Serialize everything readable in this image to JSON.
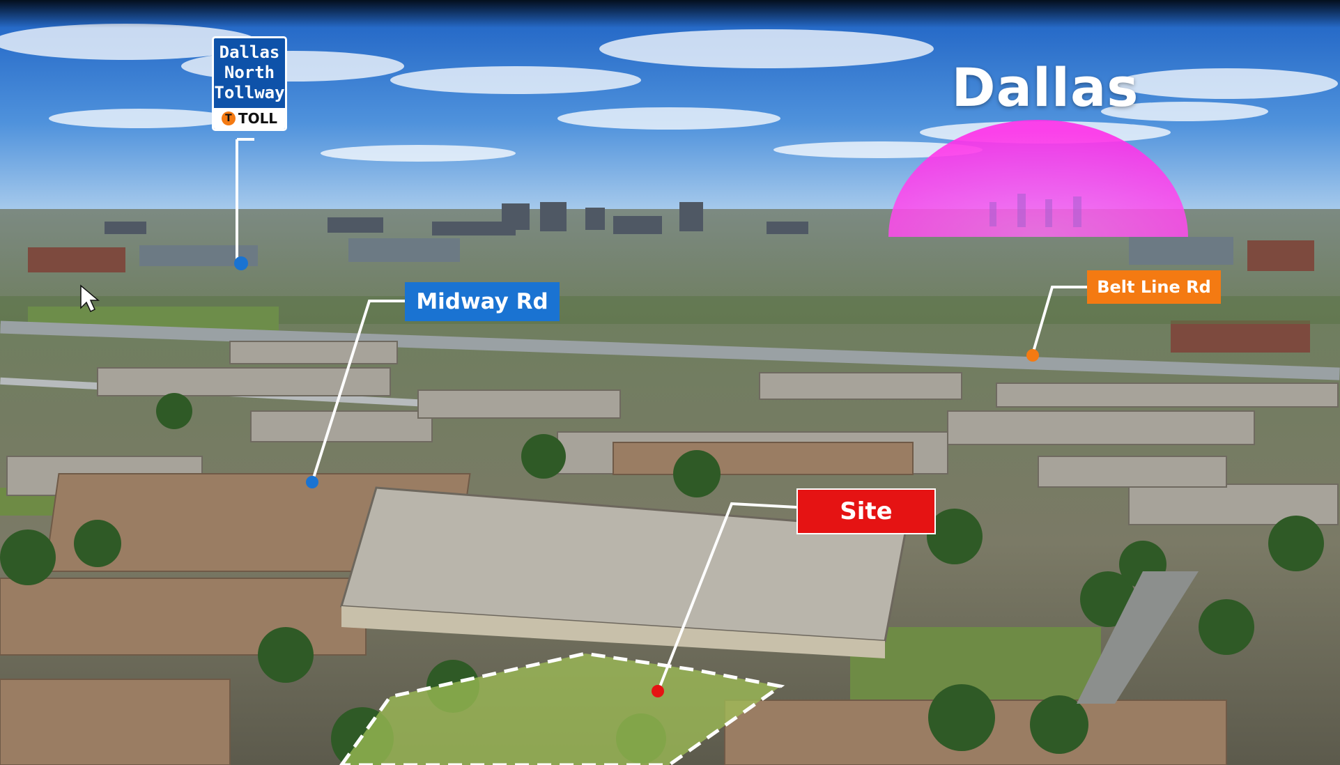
{
  "labels": {
    "title": "Dallas",
    "midway": "Midway Rd",
    "beltline": "Belt Line Rd",
    "site": "Site"
  },
  "toll_sign": {
    "lines": [
      "Dallas",
      "North",
      "Tollway"
    ],
    "badge_letter": "T",
    "toll_text": "TOLL"
  },
  "colors": {
    "midway": "#1a73d2",
    "beltline": "#f47a12",
    "site": "#e51313",
    "dallas_dome": "#ff3cf2",
    "toll_sign": "#0e52a9"
  },
  "icons": [
    "mouse-cursor-icon",
    "toll-badge-icon"
  ]
}
